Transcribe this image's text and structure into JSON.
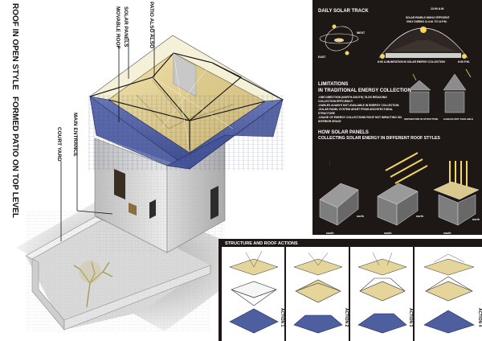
{
  "vertical_labels": {
    "title_line1": "ROOF IN OPEN STYLE",
    "title_line2": "FORMED PATIO ON TOP LEVEL",
    "movable_roof": "MOVABLE ROOF",
    "solar_panels": "SOLAR PANELS",
    "patio_also": "PATIO ALSO ALSO",
    "main_entrance": "MAIN ENTRANCE",
    "court_yard": "COURT YARD"
  },
  "daily_solar_track": {
    "title": "DAILY SOLAR TRACK",
    "east": "EAST",
    "west": "WEST",
    "noon": "12:00 A.M.",
    "morning": "6:00 A.M.",
    "evening": "6:00 P.M.",
    "efficiency_note_1": "SOLAR PANELS HIGHLY EFFICIENT",
    "efficiency_note_2": "ONLY DURING 11 A.M. TO 14 P.M.",
    "limitation_label": "LIMITATION IN SOLAR ENERGY COLLECTION"
  },
  "limitations": {
    "title_1": "LIMITATIONS",
    "title_2": "IN TRADITIONAL ENERGY COLLECTION",
    "bullets": [
      "-ONE DIRECTION (NORTH-SOUTH) TILES REDUCING",
      " COLLECTION EFFICIENCY",
      "-GABLES ALWAYS NOT AVAILABLE IN ENERGY COLLECTION",
      "-SOLAR PANEL SYSTEM APART FROM ARCHITECTURAL",
      " STRUCTURE",
      "-USAGE OF ENERGY COLLECTIONS ROOF NOT IMPACTING ON",
      " INTERIOR SPACE"
    ],
    "caption_left": "SEPARATION IN STRUCTURE",
    "caption_right": "GABLES NOT AVAILABLE"
  },
  "how_solar_panels": {
    "title_1": "HOW SOLAR PANELS",
    "title_2": "COLLECTING SOLAR ENERGY IN DIFFERENT ROOF STYLES",
    "north": "north",
    "south": "south"
  },
  "structure_panel": {
    "title": "STRUCTURE AND ROOF ACTIONS",
    "actions": [
      "ACTION 1",
      "ACTION 2",
      "ACTION 3",
      "ACTION 4"
    ]
  },
  "colors": {
    "roof_blue": "#4e5fa0",
    "panel_dark": "#1d1716",
    "wood_light": "#e6d59a",
    "wall_white": "#e9e9e9"
  }
}
